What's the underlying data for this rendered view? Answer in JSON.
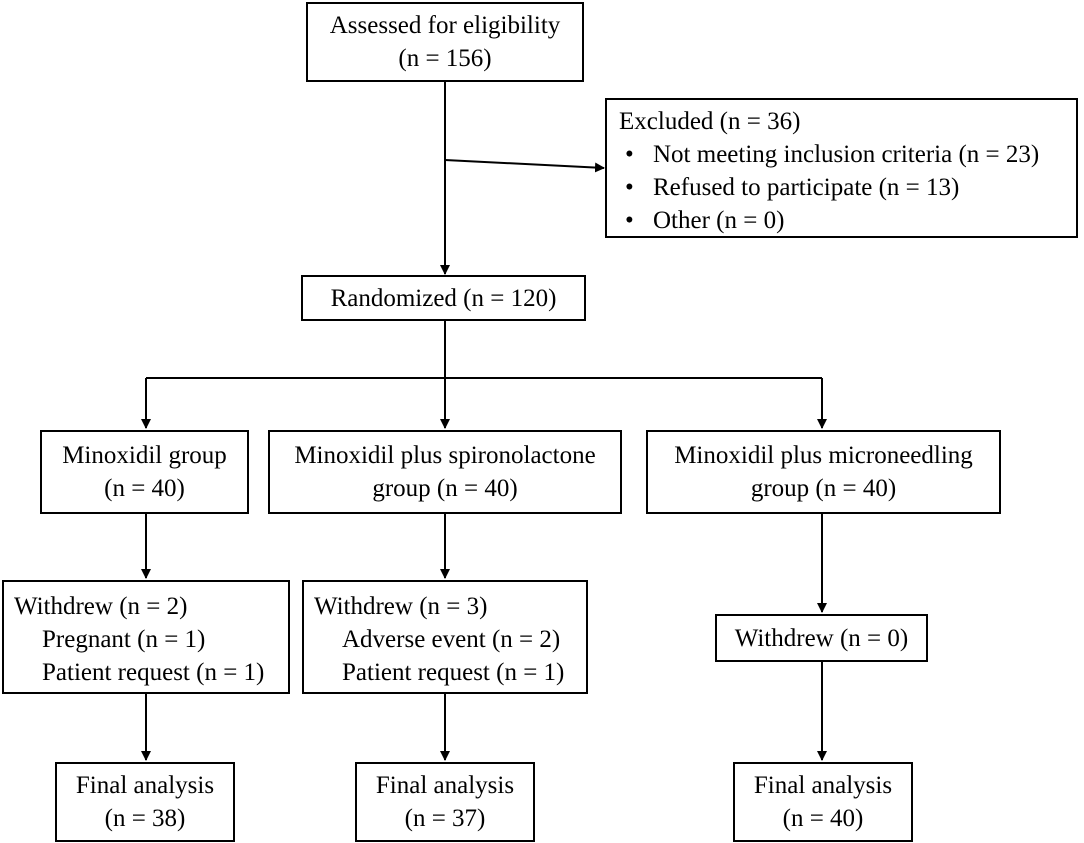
{
  "assessed": {
    "title": "Assessed for eligibility",
    "count": "(n = 156)"
  },
  "excluded": {
    "title": "Excluded (n = 36)",
    "reasons": [
      "Not meeting inclusion criteria (n = 23)",
      "Refused to participate (n = 13)",
      "Other (n = 0)"
    ]
  },
  "randomized": {
    "label": "Randomized (n = 120)"
  },
  "groups": [
    {
      "name": "Minoxidil group",
      "count": "(n = 40)",
      "withdrew": "Withdrew (n = 2)",
      "reasons": [
        "Pregnant (n = 1)",
        "Patient request (n = 1)"
      ],
      "final_label": "Final analysis",
      "final_count": "(n = 38)"
    },
    {
      "name": "Minoxidil plus spironolactone",
      "name2": "group (n = 40)",
      "withdrew": "Withdrew (n = 3)",
      "reasons": [
        "Adverse event (n = 2)",
        "Patient request (n = 1)"
      ],
      "final_label": "Final analysis",
      "final_count": "(n = 37)"
    },
    {
      "name": "Minoxidil plus microneedling",
      "name2": "group (n = 40)",
      "withdrew": "Withdrew (n = 0)",
      "final_label": "Final analysis",
      "final_count": "(n = 40)"
    }
  ]
}
